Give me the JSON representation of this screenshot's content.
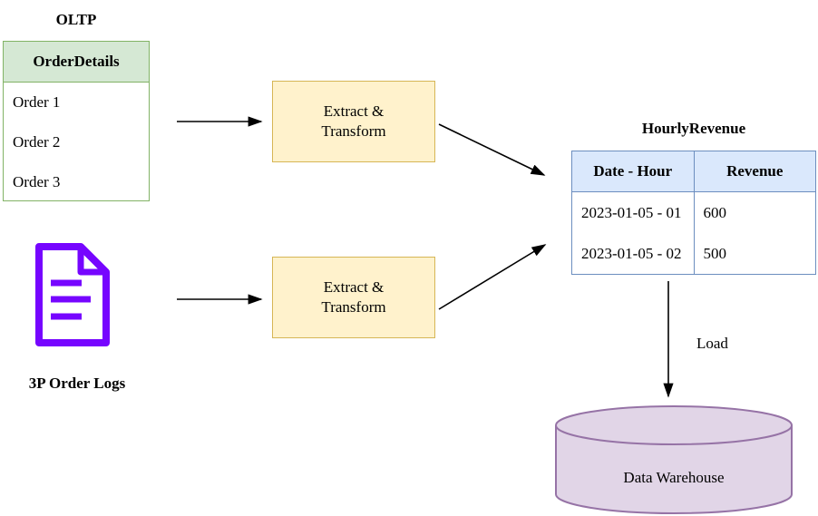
{
  "colors": {
    "green_fill": "#d5e8d4",
    "green_stroke": "#82b366",
    "yellow_fill": "#fff2cc",
    "yellow_stroke": "#d6b656",
    "blue_fill": "#dae8fc",
    "blue_stroke": "#6c8ebf",
    "purple_fill": "#e1d5e7",
    "purple_stroke": "#9673a6",
    "doc_icon": "#7605ff",
    "arrow": "#000000"
  },
  "oltp": {
    "title": "OLTP",
    "table": {
      "header": "OrderDetails",
      "rows": [
        "Order 1",
        "Order 2",
        "Order 3"
      ]
    }
  },
  "source_logs": {
    "icon": "document-icon",
    "label": "3P Order Logs"
  },
  "etl": {
    "top_box": {
      "line1": "Extract &",
      "line2": "Transform"
    },
    "bottom_box": {
      "line1": "Extract &",
      "line2": "Transform"
    }
  },
  "hourly_revenue": {
    "title": "HourlyRevenue",
    "columns": [
      "Date - Hour",
      "Revenue"
    ],
    "rows": [
      {
        "date_hour": "2023-01-05 - 01",
        "revenue": "600"
      },
      {
        "date_hour": "2023-01-05 - 02",
        "revenue": "500"
      }
    ]
  },
  "load_arrow_label": "Load",
  "warehouse": {
    "shape": "cylinder-database",
    "label": "Data Warehouse"
  }
}
